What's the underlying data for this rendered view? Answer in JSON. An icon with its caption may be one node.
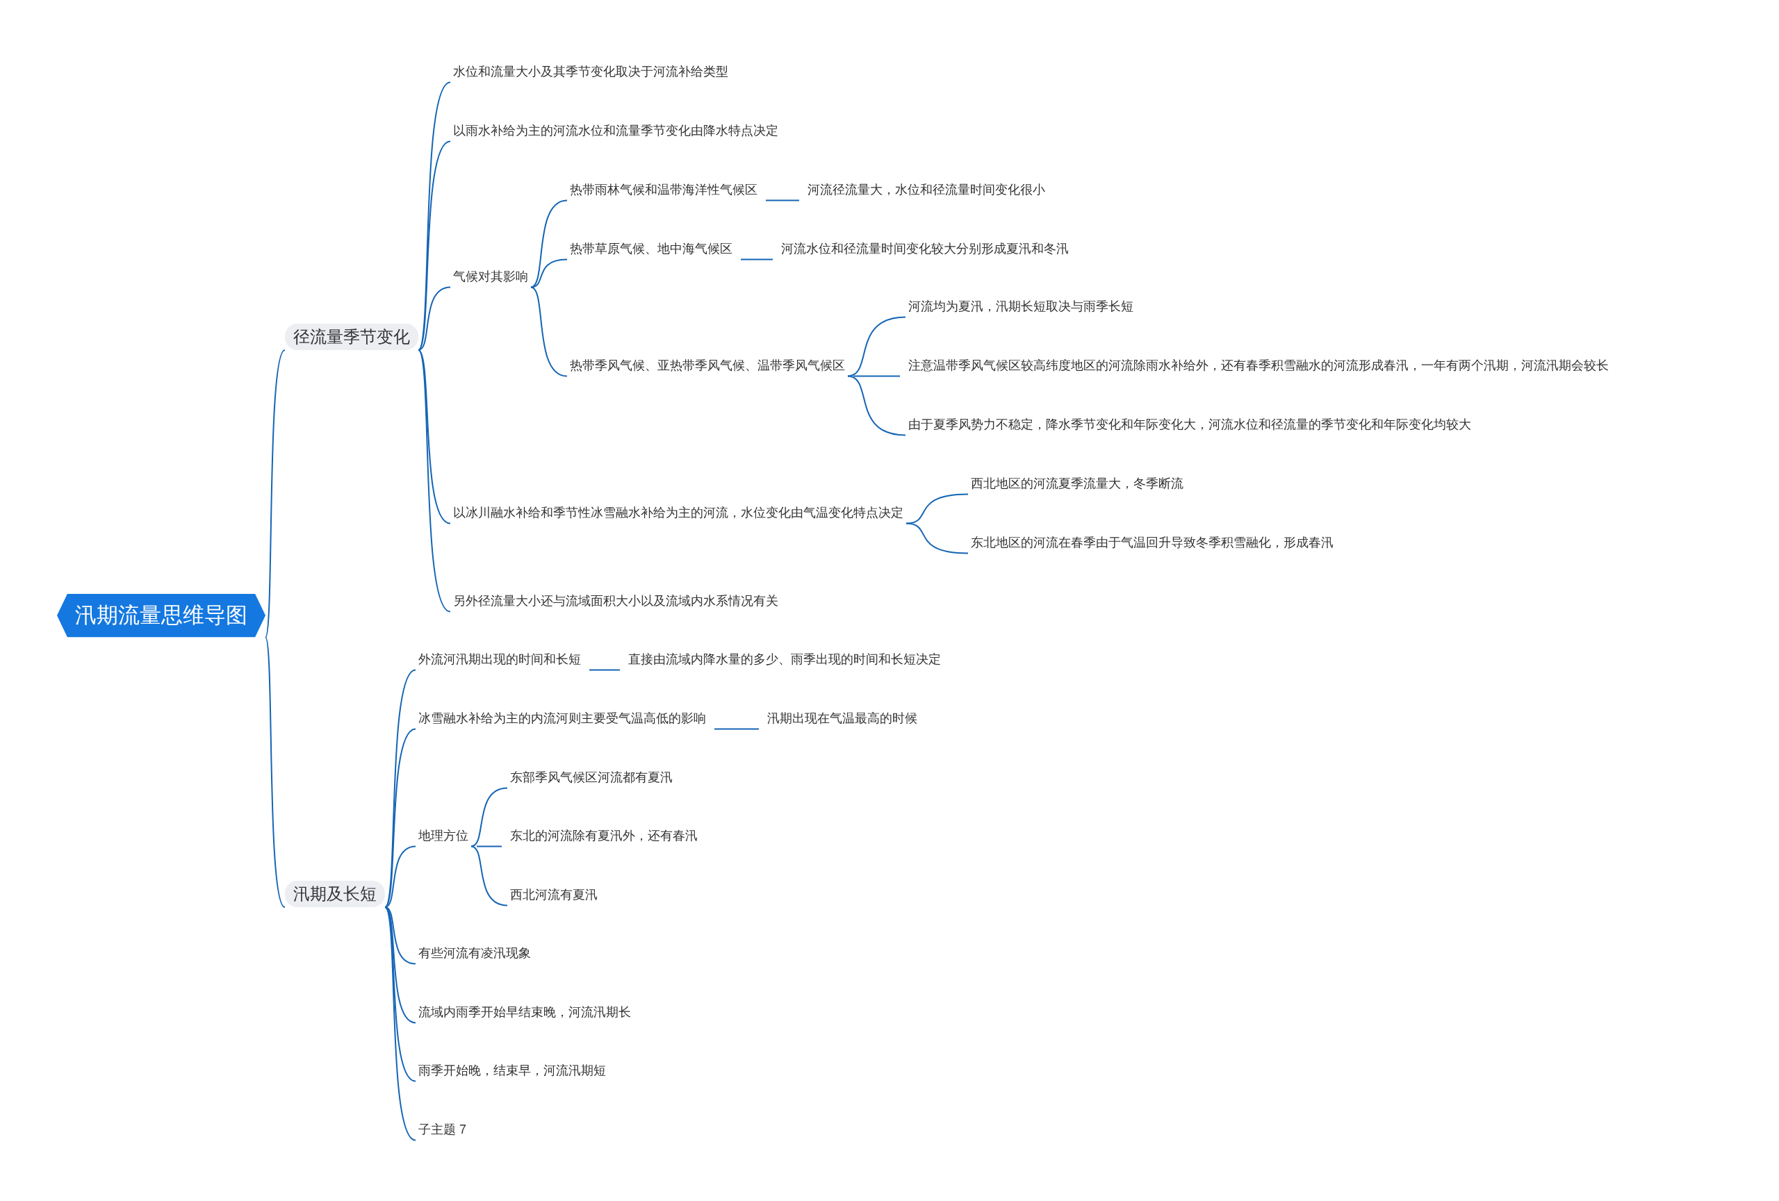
{
  "diagram": {
    "nodes": [
      {
        "text": [
          "汛期流量思维导图"
        ]
      },
      {
        "text": [
          "径流量季节变化"
        ]
      },
      {
        "text": [
          "水位和流量大小及其季节变化取决于河流补给类型"
        ]
      },
      {
        "text": [
          "以雨水补给为主的河流水位和流量季节变化由降水特点决定"
        ]
      },
      {
        "text": [
          "气候对其影响"
        ]
      },
      {
        "text": [
          "热带雨林气候和温带海洋性气候区"
        ]
      },
      {
        "text": [
          "河流径流量大，水位和径流量时间变化很小"
        ]
      },
      {
        "text": [
          "热带草原气候、地中海气候区"
        ]
      },
      {
        "text": [
          "河流水位和径流量时间变化较大分别形成夏汛和冬汛"
        ]
      },
      {
        "text": [
          "热带季风气候、亚热带季风气候、温带季风气候区"
        ]
      },
      {
        "text": [
          "河流均为夏汛，汛期长短取决与雨季长短"
        ]
      },
      {
        "text": [
          "注意温带季风气候区较高纬度地区的河流除雨水补给外，还有春季积雪融水的河流形成春汛，一年有两个汛期，河流汛期会较长"
        ]
      },
      {
        "text": [
          "由于夏季风势力不稳定，降水季节变化和年际变化大，河流水位和径流量的季节变化和年际变化均较大"
        ]
      },
      {
        "text": [
          "以冰川融水补给和季节性冰雪融水补给为主的河流，水位变化由气温变化特点决定"
        ]
      },
      {
        "text": [
          "西北地区的河流夏季流量大，冬季断流"
        ]
      },
      {
        "text": [
          "东北地区的河流在春季由于气温回升导致冬季积雪融化，形成春汛"
        ]
      },
      {
        "text": [
          "另外径流量大小还与流域面积大小以及流域内水系情况有关"
        ]
      },
      {
        "text": [
          "汛期及长短"
        ]
      },
      {
        "text": [
          "外流河汛期出现的时间和长短"
        ]
      },
      {
        "text": [
          "直接由流域内降水量的多少、雨季出现的时间和长短决定"
        ]
      },
      {
        "text": [
          "冰雪融水补给为主的内流河则主要受气温高低的影响"
        ]
      },
      {
        "text": [
          "汛期出现在气温最高的时候"
        ]
      },
      {
        "text": [
          "地理方位"
        ]
      },
      {
        "text": [
          "东部季风气候区河流都有夏汛"
        ]
      },
      {
        "text": [
          "东北的河流除有夏汛外，还有春汛"
        ]
      },
      {
        "text": [
          "西北河流有夏汛"
        ]
      },
      {
        "text": [
          "有些河流有凌汛现象"
        ]
      },
      {
        "text": [
          "流域内雨季开始早结束晚，河流汛期长"
        ]
      },
      {
        "text": [
          "雨季开始晚，结束早，河流汛期短"
        ]
      },
      {
        "text": [
          "子主题 7"
        ]
      }
    ],
    "edges": [
      {
        "from": 0,
        "to": 1,
        "arrow": "none"
      },
      {
        "from": 1,
        "to": 2,
        "arrow": "none"
      },
      {
        "from": 1,
        "to": 3,
        "arrow": "none"
      },
      {
        "from": 1,
        "to": 4,
        "arrow": "none"
      },
      {
        "from": 4,
        "to": 5,
        "arrow": "none"
      },
      {
        "from": 5,
        "to": 6,
        "arrow": "none"
      },
      {
        "from": 4,
        "to": 7,
        "arrow": "none"
      },
      {
        "from": 7,
        "to": 8,
        "arrow": "none"
      },
      {
        "from": 4,
        "to": 9,
        "arrow": "none"
      },
      {
        "from": 9,
        "to": 10,
        "arrow": "none"
      },
      {
        "from": 9,
        "to": 11,
        "arrow": "none"
      },
      {
        "from": 9,
        "to": 12,
        "arrow": "none"
      },
      {
        "from": 1,
        "to": 13,
        "arrow": "none"
      },
      {
        "from": 13,
        "to": 14,
        "arrow": "none"
      },
      {
        "from": 13,
        "to": 15,
        "arrow": "none"
      },
      {
        "from": 1,
        "to": 16,
        "arrow": "none"
      },
      {
        "from": 0,
        "to": 17,
        "arrow": "none"
      },
      {
        "from": 17,
        "to": 18,
        "arrow": "none"
      },
      {
        "from": 18,
        "to": 19,
        "arrow": "none"
      },
      {
        "from": 17,
        "to": 20,
        "arrow": "none"
      },
      {
        "from": 20,
        "to": 21,
        "arrow": "none"
      },
      {
        "from": 17,
        "to": 22,
        "arrow": "none"
      },
      {
        "from": 22,
        "to": 23,
        "arrow": "none"
      },
      {
        "from": 22,
        "to": 24,
        "arrow": "none"
      },
      {
        "from": 22,
        "to": 25,
        "arrow": "none"
      },
      {
        "from": 17,
        "to": 26,
        "arrow": "none"
      },
      {
        "from": 17,
        "to": 27,
        "arrow": "none"
      },
      {
        "from": 17,
        "to": 28,
        "arrow": "none"
      },
      {
        "from": 17,
        "to": 29,
        "arrow": "none"
      }
    ]
  }
}
